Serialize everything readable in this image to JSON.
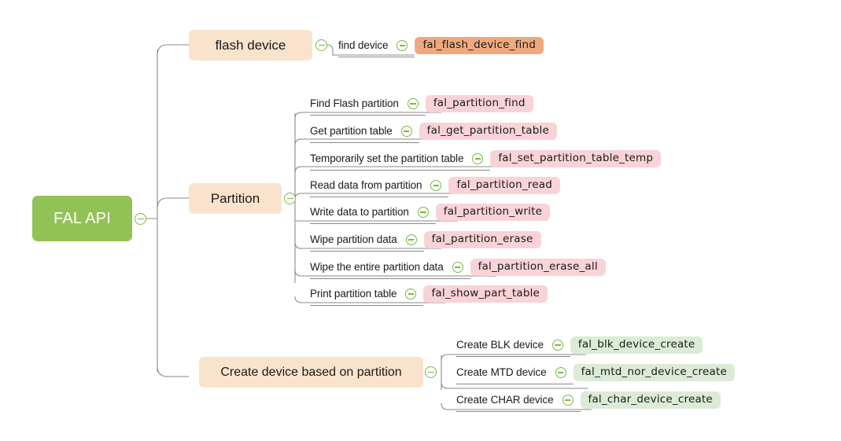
{
  "diagram": {
    "type": "mind-map",
    "title": "FAL API",
    "background": "#ffffff",
    "colors": {
      "root_fill": "#92c255",
      "root_text": "#ffffff",
      "branch_fill": "#FAE3CC",
      "tag_orange": "#EFA97E",
      "tag_pink": "#F9D3D7",
      "tag_green": "#DCEBD6",
      "connector": "#8a8a8a",
      "toggle_stroke": "#78B943"
    },
    "toggle_icon_name": "collapse-minus-icon"
  },
  "root": {
    "label": "FAL API"
  },
  "branches": [
    {
      "id": "flash-device",
      "label": "flash device",
      "tag_style": "orange",
      "children": [
        {
          "label": "find device",
          "code": "fal_flash_device_find"
        }
      ]
    },
    {
      "id": "partition",
      "label": "Partition",
      "tag_style": "pink",
      "children": [
        {
          "label": "Find Flash partition",
          "code": "fal_partition_find"
        },
        {
          "label": "Get partition table",
          "code": "fal_get_partition_table"
        },
        {
          "label": "Temporarily set the partition table",
          "code": "fal_set_partition_table_temp"
        },
        {
          "label": "Read data from partition",
          "code": "fal_partition_read"
        },
        {
          "label": "Write data to partition",
          "code": "fal_partition_write"
        },
        {
          "label": "Wipe partition data",
          "code": "fal_partition_erase"
        },
        {
          "label": "Wipe the entire partition data",
          "code": "fal_partition_erase_all"
        },
        {
          "label": "Print partition table",
          "code": "fal_show_part_table"
        }
      ]
    },
    {
      "id": "create-device",
      "label": "Create device based on partition",
      "tag_style": "green",
      "children": [
        {
          "label": "Create BLK device",
          "code": "fal_blk_device_create"
        },
        {
          "label": "Create MTD device",
          "code": "fal_mtd_nor_device_create"
        },
        {
          "label": "Create CHAR device",
          "code": "fal_char_device_create"
        }
      ]
    }
  ]
}
